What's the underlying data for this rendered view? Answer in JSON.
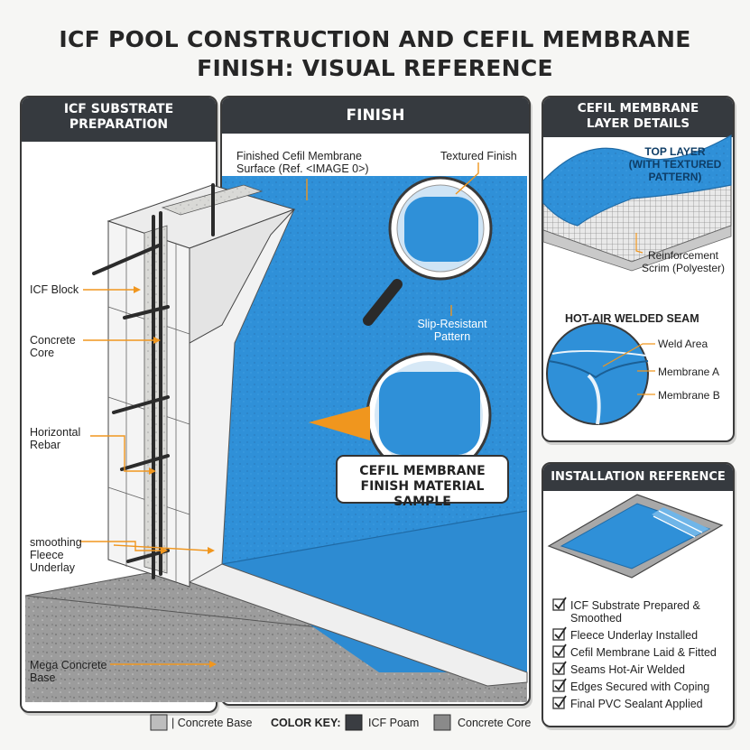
{
  "title": {
    "line1": "ICF POOL CONSTRUCTION AND CEFIL MEMBRANE",
    "line2": "FINISH: VISUAL REFERENCE"
  },
  "left_panel": {
    "heading_line1": "ICF SUBSTRATE",
    "heading_line2": "PREPARATION",
    "labels": {
      "icf_block": "ICF Block",
      "concrete_core_1": "Concrete",
      "concrete_core_2": "Core",
      "rebar_1": "Horizontal",
      "rebar_2": "Rebar",
      "fleece_1": "smoothing",
      "fleece_2": "Fleece",
      "fleece_3": "Underlay",
      "base_1": "Mega Concrete",
      "base_2": "Base"
    }
  },
  "center_panel": {
    "heading": "FINISH",
    "labels": {
      "finished_1": "Finished Cefil Membrane",
      "finished_2": "Surface (Ref. <IMAGE 0>)",
      "textured": "Textured Finish",
      "slip_1": "Slip-Resistant",
      "slip_2": "Pattern",
      "sample_1": "CEFIL MEMBRANE",
      "sample_2": "FINISH MATERIAL SAMPLE"
    }
  },
  "right_top_panel": {
    "heading_line1": "CEFIL MEMBRANE",
    "heading_line2": "LAYER DETAILS",
    "top_layer_1": "TOP LAYER",
    "top_layer_2": "(WITH TEXTURED",
    "top_layer_3": "PATTERN)",
    "scrim_1": "Reinforcement",
    "scrim_2": "Scrim (Polyester)",
    "seam_title": "HOT-AIR WELDED SEAM",
    "weld_area": "Weld Area",
    "membrane_a": "Membrane A",
    "membrane_b": "Membrane B"
  },
  "right_bottom_panel": {
    "heading": "INSTALLATION REFERENCE",
    "checklist": [
      "ICF Substrate Prepared &\nSmoothed",
      "Fleece Underlay Installed",
      "Cefil Membrane Laid & Fitted",
      "Seams Hot-Air Welded",
      "Edges Secured with Coping",
      "Final PVC Sealant Applied"
    ]
  },
  "color_key": {
    "concrete_base": "| Concrete Base",
    "label": "COLOR KEY:",
    "icf_foam": "ICF Poam",
    "concrete_core": "Concrete Core",
    "colors": {
      "concrete_base": "#bdbdbd",
      "icf_foam": "#3a3d42",
      "concrete_core": "#8a8a8a"
    }
  },
  "colors": {
    "membrane_blue": "#2e8fd6",
    "accent_orange": "#f0961e",
    "heading_bg": "#363a3f"
  }
}
